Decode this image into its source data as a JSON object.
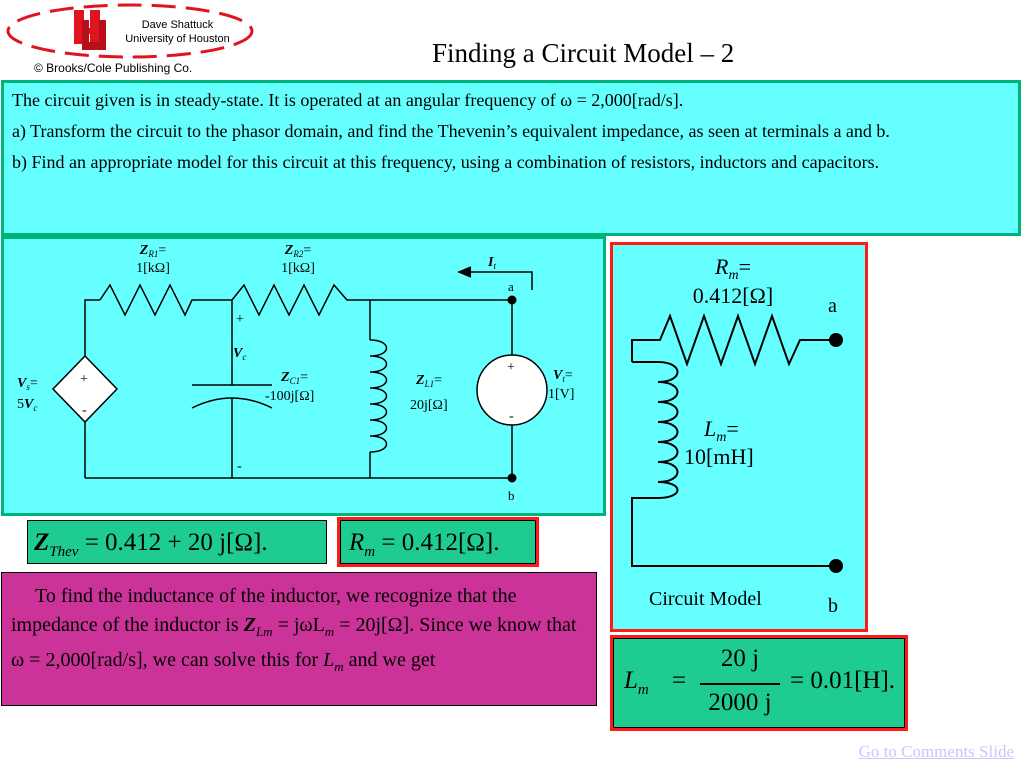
{
  "header": {
    "author": "Dave Shattuck",
    "university": "University of Houston",
    "copyright": "© Brooks/Cole Publishing Co.",
    "title": "Finding a Circuit Model – 2"
  },
  "problem": {
    "intro": "The circuit given is in steady-state.  It is operated at an angular frequency of ω = 2,000[rad/s].",
    "part_a": "a) Transform the circuit to the phasor domain, and find the Thevenin’s equivalent impedance, as seen at terminals a and b.",
    "part_b": "b) Find an appropriate model for this circuit at this frequency, using a combination of resistors, inductors and capacitors."
  },
  "circuit": {
    "zr1_sym": "Z",
    "zr1_sub": "R1",
    "zr1_eq": "=",
    "zr1_val": "1[kΩ]",
    "zr2_sym": "Z",
    "zr2_sub": "R2",
    "zr2_eq": "=",
    "zr2_val": "1[kΩ]",
    "zc1_sym": "Z",
    "zc1_sub": "C1",
    "zc1_eq": "=",
    "zc1_val": "-100j[Ω]",
    "zl1_sym": "Z",
    "zl1_sub": "L1",
    "zl1_eq": "=",
    "zl1_val": "20j[Ω]",
    "vs_sym": "V",
    "vs_sub": "s",
    "vs_eq": "=",
    "vs_val_num": "5",
    "vs_val_sym": "V",
    "vs_val_sub": "c",
    "vt_sym": "V",
    "vt_sub": "t",
    "vt_eq": "=",
    "vt_val": "1[V]",
    "it_sym": "I",
    "it_sub": "t",
    "vc_sym": "V",
    "vc_sub": "c",
    "plus": "+",
    "minus": "-",
    "term_a": "a",
    "term_b": "b"
  },
  "model": {
    "rm_sym": "R",
    "rm_sub": "m",
    "rm_eq": "=",
    "rm_val": "0.412[Ω]",
    "lm_sym": "L",
    "lm_sub": "m",
    "lm_eq": "=",
    "lm_val": "10[mH]",
    "term_a": "a",
    "term_b": "b",
    "caption": "Circuit Model"
  },
  "equations": {
    "zthev_sym": "Z",
    "zthev_sub": "Thev",
    "zthev_rhs": "= 0.412 + 20 j[Ω].",
    "rm_sym": "R",
    "rm_sub": "m",
    "rm_rhs": "= 0.412[Ω].",
    "lm_sym": "L",
    "lm_sub": "m",
    "lm_eq": "=",
    "lm_num": "20 j",
    "lm_den": "2000 j",
    "lm_rhs": "= 0.01[H]."
  },
  "explanation": {
    "t1": "To find the inductance of the inductor, we recognize that the impedance of the inductor is ",
    "z_sym": "Z",
    "z_sub": "Lm",
    "t2": " = jωL",
    "l_sub": "m",
    "t3": " = 20j[Ω].  Since we know that ω = 2,000[rad/s], we can solve this for ",
    "l_sym": "L",
    "l_sub2": "m",
    "t4": " and we get"
  },
  "footer": {
    "link": "Go to Comments Slide"
  },
  "colors": {
    "cyan": "#66ffff",
    "green_border": "#00b37a",
    "magenta": "#cc3399",
    "eq_green": "#1fcc8f",
    "red": "#ff1a1a",
    "link": "#c7c7ff"
  }
}
